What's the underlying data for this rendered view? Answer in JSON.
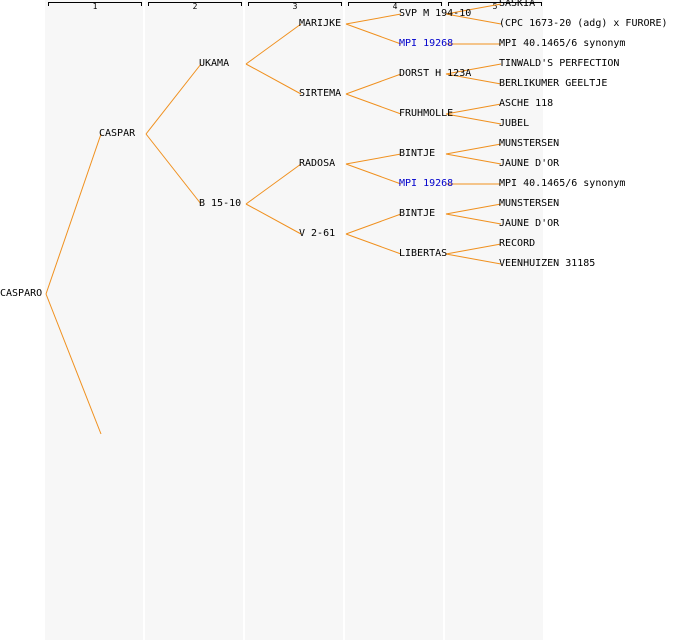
{
  "columns": [
    "1",
    "2",
    "3",
    "4",
    "5"
  ],
  "colors": {
    "edge": "#f0901e",
    "link": "#0000cc",
    "text": "#000000",
    "column_bg": "#f7f7f7"
  },
  "tree": {
    "label": "CASPARO",
    "children": [
      {
        "label": "CASPAR",
        "children": [
          {
            "label": "UKAMA",
            "children": [
              {
                "label": "MARIJKE",
                "children": [
                  {
                    "label": "SVP M 194-10",
                    "children": [
                      {
                        "label": "SASKIA"
                      },
                      {
                        "label": "(CPC 1673-20 (adg) x FURORE)"
                      }
                    ]
                  },
                  {
                    "label": "MPI 19268",
                    "link": true,
                    "children": [
                      {
                        "label": "MPI 40.1465/6 synonym"
                      }
                    ]
                  }
                ]
              },
              {
                "label": "SIRTEMA",
                "children": [
                  {
                    "label": "DORST H 123A",
                    "children": [
                      {
                        "label": "TINWALD'S PERFECTION"
                      },
                      {
                        "label": "BERLIKUMER GEELTJE"
                      }
                    ]
                  },
                  {
                    "label": "FRUHMOLLE",
                    "children": [
                      {
                        "label": "ASCHE 118"
                      },
                      {
                        "label": "JUBEL"
                      }
                    ]
                  }
                ]
              }
            ]
          },
          {
            "label": "B 15-10",
            "children": [
              {
                "label": "RADOSA",
                "children": [
                  {
                    "label": "BINTJE",
                    "children": [
                      {
                        "label": "MUNSTERSEN"
                      },
                      {
                        "label": "JAUNE D'OR"
                      }
                    ]
                  },
                  {
                    "label": "MPI 19268",
                    "link": true,
                    "children": [
                      {
                        "label": "MPI 40.1465/6 synonym"
                      }
                    ]
                  }
                ]
              },
              {
                "label": "V 2-61",
                "children": [
                  {
                    "label": "BINTJE",
                    "children": [
                      {
                        "label": "MUNSTERSEN"
                      },
                      {
                        "label": "JAUNE D'OR"
                      }
                    ]
                  },
                  {
                    "label": "LIBERTAS",
                    "children": [
                      {
                        "label": "RECORD"
                      },
                      {
                        "label": "VEENHUIZEN 31185"
                      }
                    ]
                  }
                ]
              }
            ]
          }
        ]
      },
      {
        "label": ""
      }
    ]
  }
}
